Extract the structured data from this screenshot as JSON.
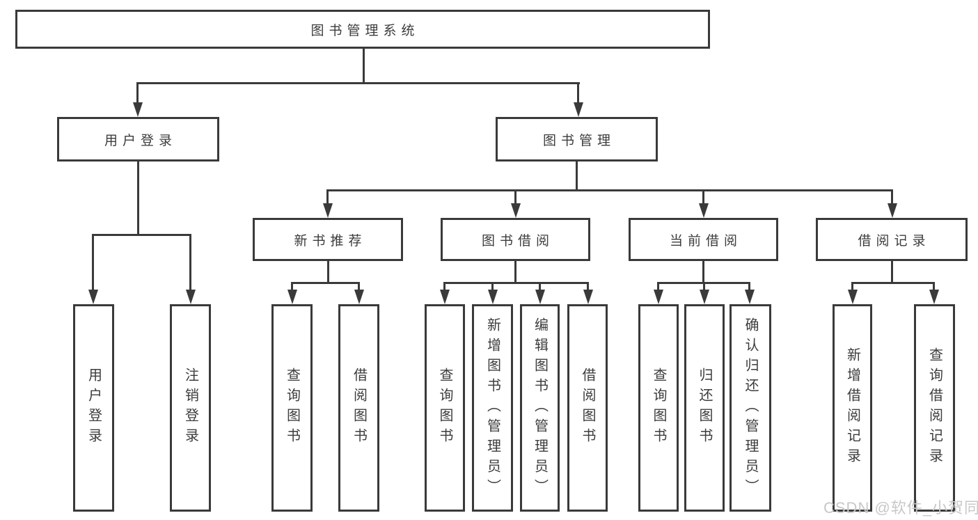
{
  "tree": {
    "root": {
      "label": "图书管理系统"
    },
    "branches": [
      {
        "label": "用户登录",
        "children": [
          {
            "label": "用户登录"
          },
          {
            "label": "注销登录"
          }
        ]
      },
      {
        "label": "图书管理",
        "groups": [
          {
            "label": "新书推荐",
            "children": [
              {
                "label": "查询图书"
              },
              {
                "label": "借阅图书"
              }
            ]
          },
          {
            "label": "图书借阅",
            "children": [
              {
                "label": "查询图书"
              },
              {
                "label": "新增图书（管理员）"
              },
              {
                "label": "编辑图书（管理员）"
              },
              {
                "label": "借阅图书"
              }
            ]
          },
          {
            "label": "当前借阅",
            "children": [
              {
                "label": "查询图书"
              },
              {
                "label": "归还图书"
              },
              {
                "label": "确认归还（管理员）"
              }
            ]
          },
          {
            "label": "借阅记录",
            "children": [
              {
                "label": "新增借阅记录"
              },
              {
                "label": "查询借阅记录"
              }
            ]
          }
        ]
      }
    ]
  },
  "watermark": {
    "text": "CSDN @软件_小贺同学"
  },
  "colors": {
    "line": "#3a3a3a",
    "text": "#3c3c3c",
    "watermark": "#c8c8c8",
    "background": "#ffffff"
  }
}
